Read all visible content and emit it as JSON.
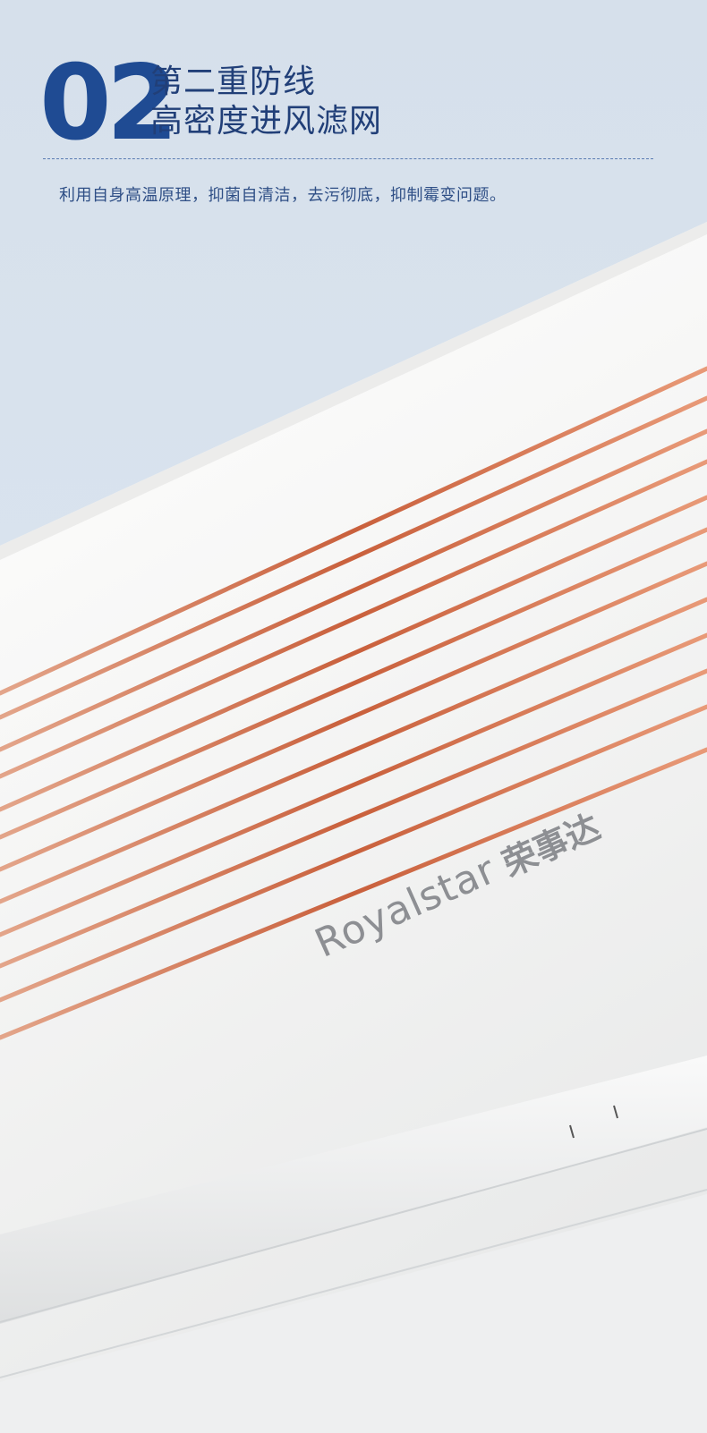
{
  "section": {
    "number": "02",
    "title_line1": "第二重防线",
    "title_line2": "高密度进风滤网",
    "description": "利用自身高温原理，抑菌自清洁，去污彻底，抑制霉变问题。"
  },
  "product": {
    "brand_en": "Royalstar",
    "brand_cn": "荣事达"
  },
  "colors": {
    "accent": "#1f4b93",
    "title": "#213f78",
    "copper": "#d0734f",
    "background": "#d9e3ee",
    "panel": "#f4f4f3"
  }
}
